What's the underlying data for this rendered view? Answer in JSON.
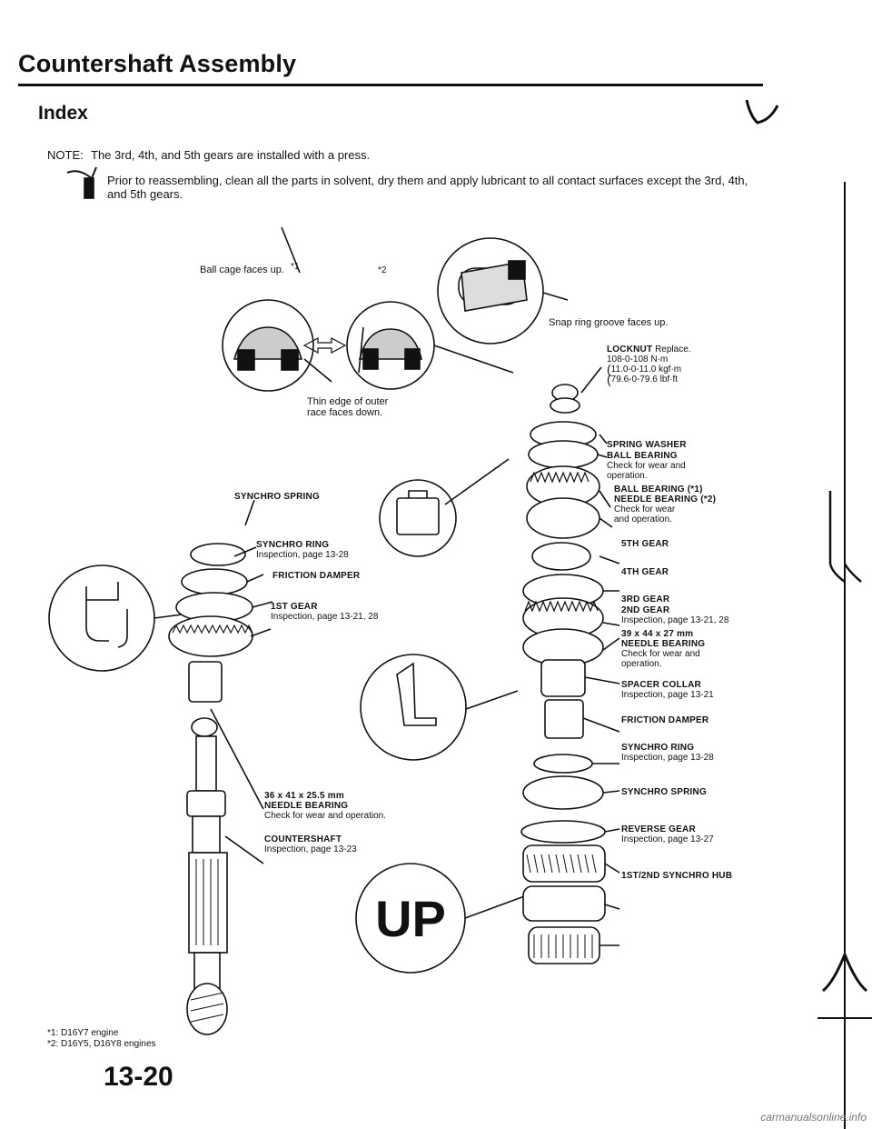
{
  "header": {
    "title": "Countershaft Assembly",
    "section": "Index"
  },
  "note": {
    "label": "NOTE:",
    "text": "The 3rd, 4th, and 5th gears are installed with a press."
  },
  "warning": {
    "text": "Prior to reassembling, clean all the parts in solvent, dry them and apply lubricant to all contact surfaces except the 3rd, 4th, and 5th gears."
  },
  "callouts": {
    "ball_cage": "Ball cage faces up.",
    "mark1": "*1",
    "mark2": "*2",
    "thin_edge_1": "Thin edge of outer",
    "thin_edge_2": "race faces down.",
    "snap_ring": "Snap ring groove faces up.",
    "up": "UP"
  },
  "labels": {
    "locknut": {
      "name": "LOCKNUT",
      "extra": "Replace.",
      "l1": "108-0-108 N·m",
      "l2": "11.0-0-11.0 kgf·m",
      "l3": "79.6-0-79.6 lbf·ft"
    },
    "spring_washer": {
      "name": "SPRING WASHER"
    },
    "ball_bearing": {
      "name": "BALL BEARING",
      "l1": "Check for wear and",
      "l2": "operation."
    },
    "bb_needle": {
      "l1": "BALL BEARING (*1)",
      "l2": "NEEDLE BEARING (*2)",
      "l3": "Check for wear",
      "l4": "and operation."
    },
    "gear5": {
      "name": "5TH GEAR"
    },
    "gear4": {
      "name": "4TH GEAR"
    },
    "gear3": {
      "name": "3RD GEAR"
    },
    "gear2": {
      "name": "2ND GEAR",
      "l1": "Inspection, page 13-21, 28"
    },
    "needle_39": {
      "l1": "39 x 44 x 27 mm",
      "l2": "NEEDLE BEARING",
      "l3": "Check for wear and",
      "l4": "operation."
    },
    "spacer": {
      "name": "SPACER COLLAR",
      "l1": "Inspection, page 13-21"
    },
    "friction_r": {
      "name": "FRICTION DAMPER"
    },
    "synchro_ring_r": {
      "name": "SYNCHRO RING",
      "l1": "Inspection, page 13-28"
    },
    "synchro_spring_r": {
      "name": "SYNCHRO SPRING"
    },
    "reverse": {
      "name": "REVERSE GEAR",
      "l1": "Inspection, page 13-27"
    },
    "hub": {
      "name": "1ST/2ND SYNCHRO HUB"
    },
    "synchro_spring_l": {
      "name": "SYNCHRO SPRING"
    },
    "synchro_ring_l": {
      "name": "SYNCHRO RING",
      "l1": "Inspection, page 13-28"
    },
    "friction_l": {
      "name": "FRICTION DAMPER"
    },
    "gear1": {
      "name": "1ST GEAR",
      "l1": "Inspection, page 13-21, 28"
    },
    "needle_36": {
      "l1": "36 x 41 x 25.5 mm",
      "l2": "NEEDLE BEARING",
      "l3": "Check for wear and operation."
    },
    "countershaft": {
      "name": "COUNTERSHAFT",
      "l1": "Inspection, page 13-23"
    }
  },
  "footnotes": {
    "f1": "*1: D16Y7 engine",
    "f2": "*2: D16Y5, D16Y8 engines"
  },
  "page_number": "13-20",
  "watermark": "carmanualsonline.info",
  "colors": {
    "ink": "#111111",
    "paper": "#ffffff"
  },
  "icons": [
    "warning-tool-icon",
    "press-arrow-icon",
    "gear-stack-illustration"
  ]
}
